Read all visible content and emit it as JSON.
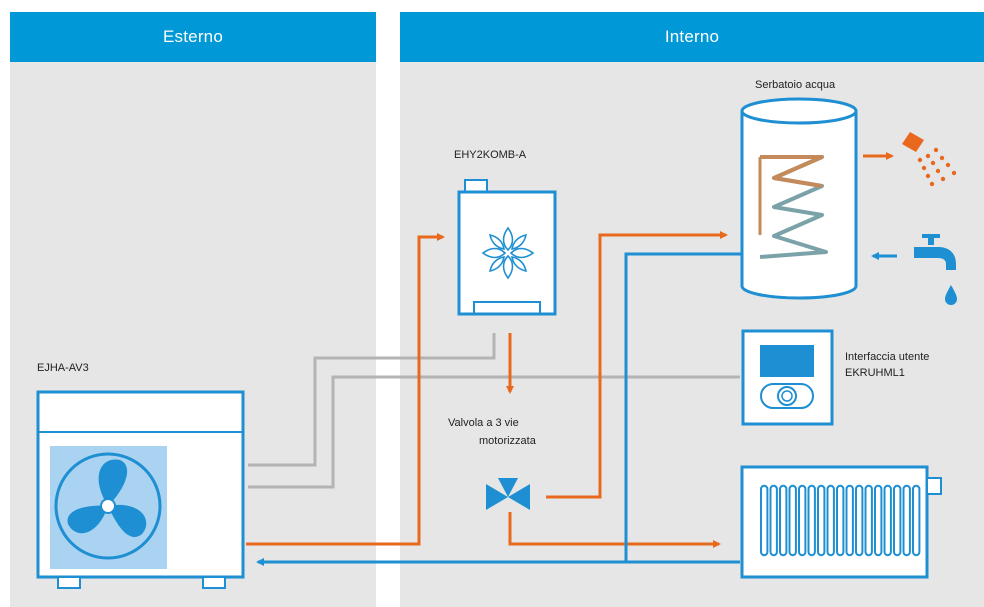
{
  "panels": {
    "outdoor": "Esterno",
    "indoor": "Interno"
  },
  "labels": {
    "heat_pump": "EJHA-AV3",
    "boiler": "EHY2KOMB-A",
    "tank": "Serbatoio acqua",
    "valve_line1": "Valvola a 3 vie",
    "valve_line2": "motorizzata",
    "ui_line1": "Interfaccia utente",
    "ui_line2": "EKRUHML1"
  },
  "colors": {
    "header": "#0098d7",
    "panel": "#e6e6e6",
    "hot_pipe": "#e8691e",
    "cold_pipe": "#1e8fd2",
    "gas_pipe": "#b4b4b4",
    "outline": "#1e8fd2"
  },
  "icons": [
    "fan-icon",
    "flame-icon",
    "shower-icon",
    "tap-icon",
    "water-drop-icon",
    "radiator-icon",
    "valve-icon"
  ]
}
